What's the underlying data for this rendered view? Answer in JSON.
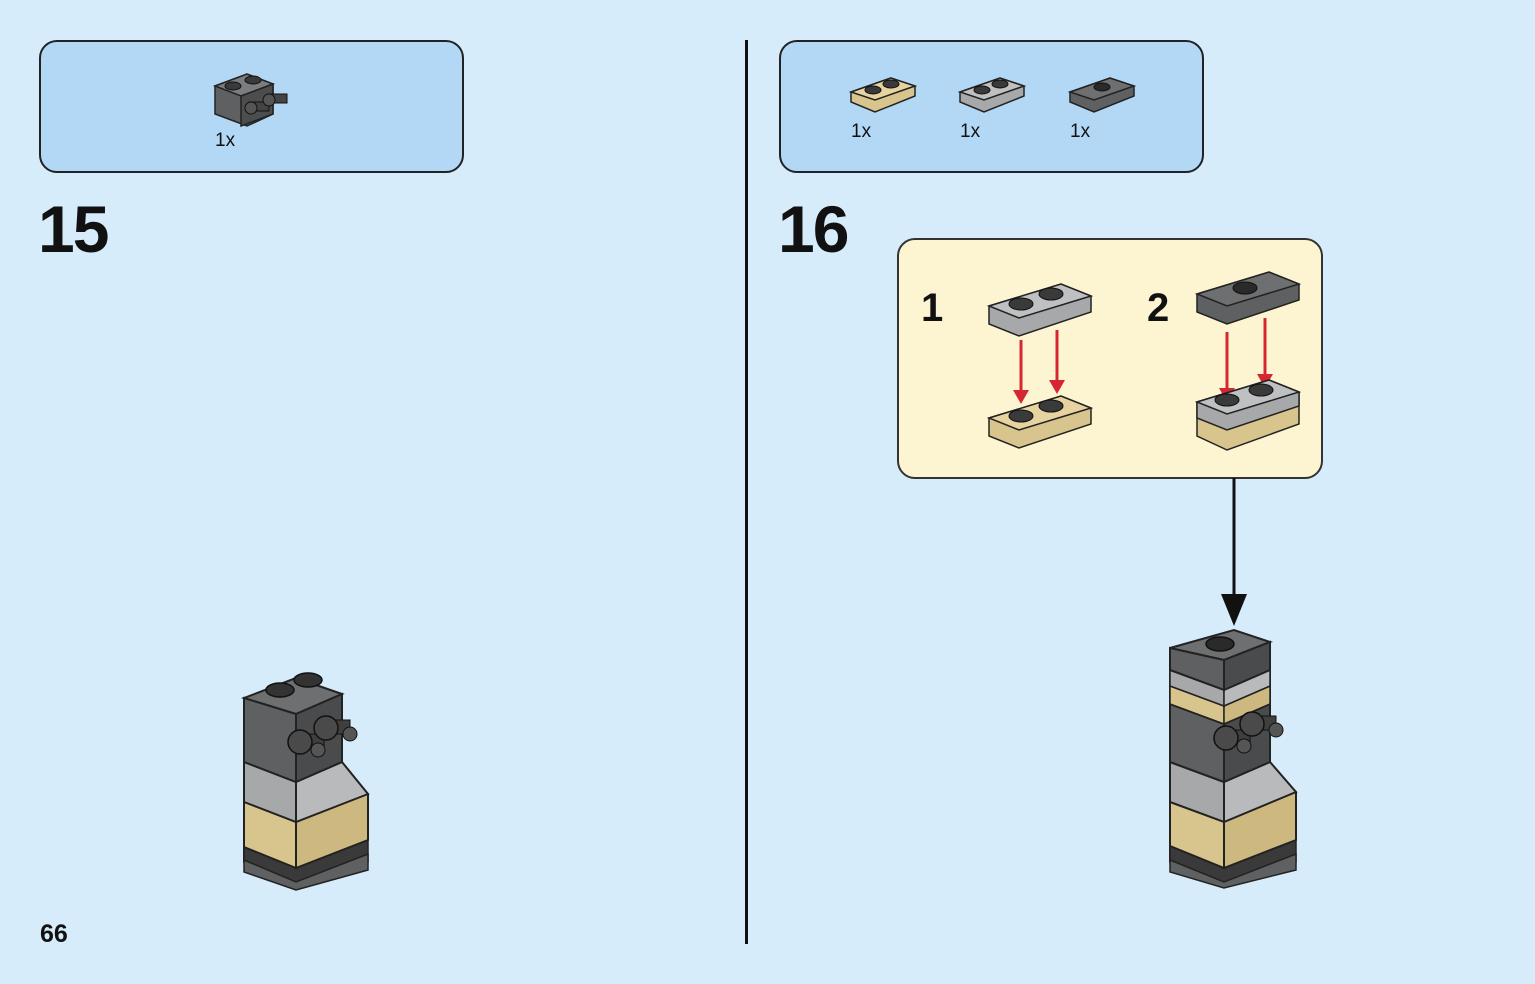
{
  "page_number": "66",
  "steps": [
    {
      "number": "15",
      "parts": [
        {
          "name": "dark-gray-brick-with-pins",
          "qty": "1x"
        }
      ]
    },
    {
      "number": "16",
      "parts": [
        {
          "name": "tan-plate-1x2",
          "qty": "1x"
        },
        {
          "name": "light-gray-plate-1x2",
          "qty": "1x"
        },
        {
          "name": "dark-gray-jumper-plate",
          "qty": "1x"
        }
      ],
      "substeps": [
        {
          "number": "1"
        },
        {
          "number": "2"
        }
      ]
    }
  ],
  "colors": {
    "background": "#d6ecfa",
    "parts_box": "#b3d8f6",
    "substep_box": "#fdf5d2",
    "tan": "#d8c48d",
    "light_gray": "#a7a8a9",
    "dark_gray": "#5f6061",
    "arrow_red": "#d62631"
  }
}
